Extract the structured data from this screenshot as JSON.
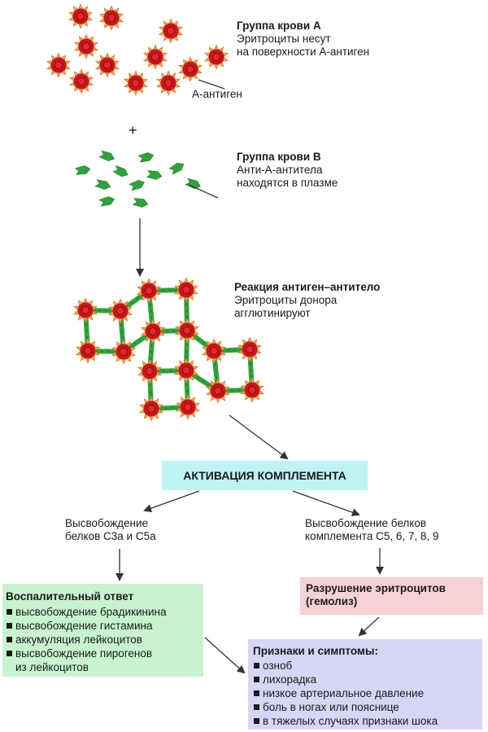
{
  "colors": {
    "cell_petal": "#f0a04a",
    "cell_body": "#c8141c",
    "cell_core": "#e02a2a",
    "antibody": "#2ea43a",
    "complement_box": "#bff3f5",
    "inflammation_box": "#c8f3cf",
    "hemolysis_box": "#f7d2d4",
    "symptoms_box": "#d6d6f7",
    "arrow": "#333333"
  },
  "group_a": {
    "title": "Группа крови А",
    "line1": "Эритроциты несут",
    "line2": "на поверхности А-антиген",
    "antigen_label": "А-антиген"
  },
  "plus_sign": "+",
  "group_b": {
    "title": "Группа крови В",
    "line1": "Анти-А-антитела",
    "line2": "находятся в плазме"
  },
  "reaction": {
    "title": "Реакция антиген–антитело",
    "line1": "Эритроциты донора",
    "line2": "агглютинируют"
  },
  "complement": {
    "label": "АКТИВАЦИЯ КОМПЛЕМЕНТА"
  },
  "release_left": {
    "line1": "Высвобождение",
    "line2": "белков С3а и С5а"
  },
  "release_right": {
    "line1": "Высвобождение белков",
    "line2": "комплемента С5, 6, 7, 8, 9"
  },
  "inflammation": {
    "title": "Воспалительный ответ",
    "items": [
      "высвобождение брадикинина",
      "высвобождение гистамина",
      "аккумуляция лейкоцитов",
      "высвобождение пирогенов",
      "из лейкоцитов"
    ]
  },
  "hemolysis": {
    "line1": "Разрушение эритроцитов",
    "line2": "(гемолиз)"
  },
  "symptoms": {
    "title": "Признаки и симптомы:",
    "items": [
      "озноб",
      "лихорадка",
      "низкое артериальное давление",
      "боль в ногах или пояснице",
      "в тяжелых случаях признаки шока"
    ]
  }
}
